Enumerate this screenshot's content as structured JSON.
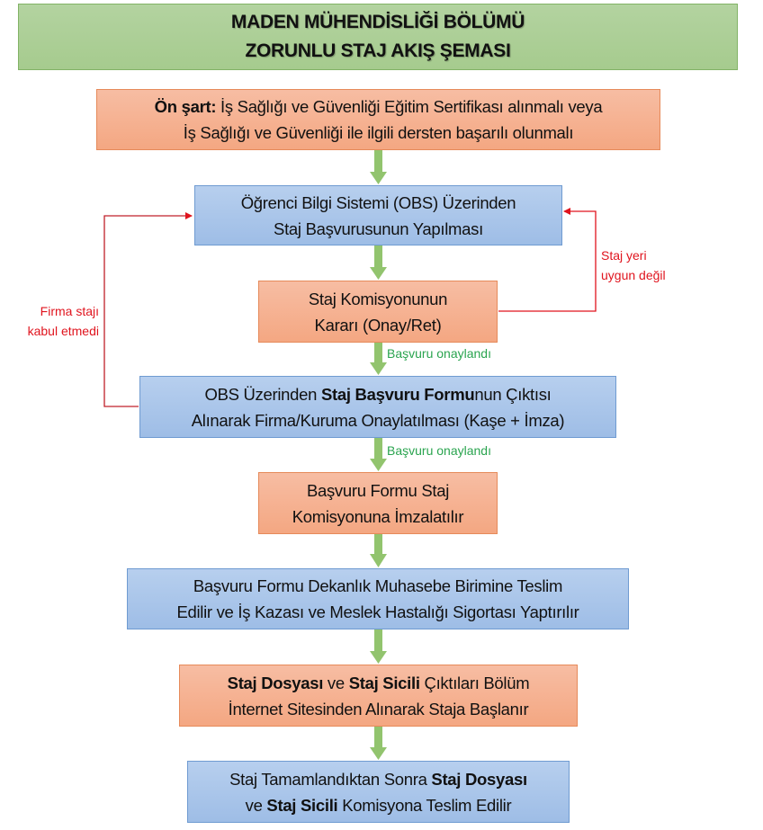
{
  "title": {
    "line1": "MADEN MÜHENDİSLİĞİ BÖLÜMÜ",
    "line2": "ZORUNLU STAJ AKIŞ ŞEMASI"
  },
  "steps": {
    "prerequisite": {
      "bold": "Ön şart:",
      "line1_rest": " İş Sağlığı ve Güvenliği Eğitim Sertifikası alınmalı veya",
      "line2": "İş Sağlığı ve Güvenliği ile ilgili dersten başarılı olunmalı"
    },
    "obs_application": {
      "line1": "Öğrenci Bilgi Sistemi (OBS) Üzerinden",
      "line2": "Staj Başvurusunun Yapılması"
    },
    "commission_decision": {
      "line1": "Staj Komisyonunun",
      "line2": "Kararı (Onay/Ret)"
    },
    "form_approval": {
      "line1_pre": "OBS Üzerinden ",
      "line1_bold": "Staj Başvuru Formu",
      "line1_post": "nun Çıktısı",
      "line2": "Alınarak Firma/Kuruma Onaylatılması (Kaşe + İmza)"
    },
    "commission_sign": {
      "line1": "Başvuru Formu Staj",
      "line2": "Komisyonuna İmzalatılır"
    },
    "insurance": {
      "line1": "Başvuru Formu Dekanlık Muhasebe Birimine Teslim",
      "line2": "Edilir ve İş Kazası ve Meslek Hastalığı Sigortası Yaptırılır"
    },
    "start_internship": {
      "b1": "Staj Dosyası",
      "t1": " ve ",
      "b2": "Staj Sicili",
      "t2": " Çıktıları Bölüm",
      "line2": "İnternet Sitesinden Alınarak Staja Başlanır"
    },
    "submit": {
      "t1": "Staj Tamamlandıktan Sonra ",
      "b1": "Staj Dosyası",
      "t2": "ve ",
      "b2": "Staj Sicili",
      "t3": " Komisyona Teslim Edilir"
    }
  },
  "labels": {
    "not_suitable_1": "Staj yeri",
    "not_suitable_2": "uygun değil",
    "company_rejected_1": "Firma stajı",
    "company_rejected_2": "kabul etmedi",
    "approved_1": "Başvuru onaylandı",
    "approved_2": "Başvuru onaylandı"
  },
  "colors": {
    "flow_arrow": "#8cbf6a",
    "reject_arrow": "#e0141e",
    "approved_text": "#2aa44f"
  }
}
